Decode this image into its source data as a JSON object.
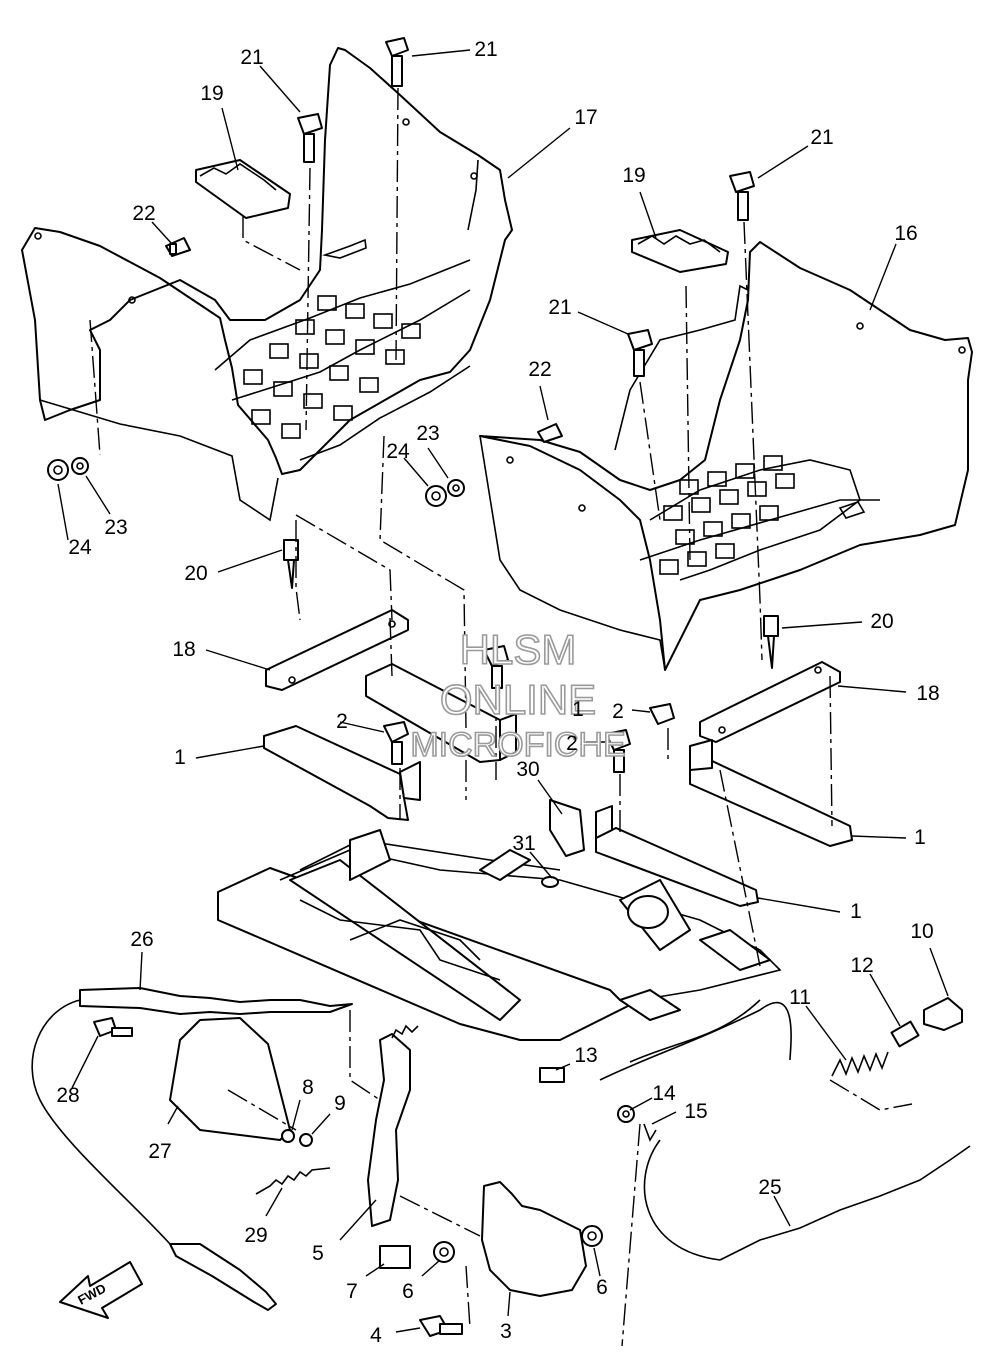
{
  "watermark": {
    "line1": "HLSM",
    "line2": "ONLINE",
    "line3": "MICROFICHE"
  },
  "direction_arrow": {
    "label": "FWD",
    "icon": "front-direction-arrow-icon"
  },
  "callouts": [
    {
      "id": "c21a",
      "label": "21"
    },
    {
      "id": "c21b",
      "label": "21"
    },
    {
      "id": "c17",
      "label": "17"
    },
    {
      "id": "c19a",
      "label": "19"
    },
    {
      "id": "c22a",
      "label": "22"
    },
    {
      "id": "c21c",
      "label": "21"
    },
    {
      "id": "c19b",
      "label": "19"
    },
    {
      "id": "c16",
      "label": "16"
    },
    {
      "id": "c21d",
      "label": "21"
    },
    {
      "id": "c22b",
      "label": "22"
    },
    {
      "id": "c23a",
      "label": "23"
    },
    {
      "id": "c24a",
      "label": "24"
    },
    {
      "id": "c24b",
      "label": "24"
    },
    {
      "id": "c23b",
      "label": "23"
    },
    {
      "id": "c20a",
      "label": "20"
    },
    {
      "id": "c20b",
      "label": "20"
    },
    {
      "id": "c18a",
      "label": "18"
    },
    {
      "id": "c18b",
      "label": "18"
    },
    {
      "id": "c2a",
      "label": "2"
    },
    {
      "id": "c2b",
      "label": "2"
    },
    {
      "id": "c2c",
      "label": "2"
    },
    {
      "id": "c1a",
      "label": "1"
    },
    {
      "id": "c1b",
      "label": "1"
    },
    {
      "id": "c1c",
      "label": "1"
    },
    {
      "id": "c1d",
      "label": "1"
    },
    {
      "id": "c30",
      "label": "30"
    },
    {
      "id": "c31",
      "label": "31"
    },
    {
      "id": "c10",
      "label": "10"
    },
    {
      "id": "c12",
      "label": "12"
    },
    {
      "id": "c11",
      "label": "11"
    },
    {
      "id": "c26",
      "label": "26"
    },
    {
      "id": "c28",
      "label": "28"
    },
    {
      "id": "c27",
      "label": "27"
    },
    {
      "id": "c8",
      "label": "8"
    },
    {
      "id": "c9",
      "label": "9"
    },
    {
      "id": "c13",
      "label": "13"
    },
    {
      "id": "c14",
      "label": "14"
    },
    {
      "id": "c15",
      "label": "15"
    },
    {
      "id": "c29",
      "label": "29"
    },
    {
      "id": "c5",
      "label": "5"
    },
    {
      "id": "c25",
      "label": "25"
    },
    {
      "id": "c7",
      "label": "7"
    },
    {
      "id": "c6a",
      "label": "6"
    },
    {
      "id": "c6b",
      "label": "6"
    },
    {
      "id": "c4",
      "label": "4"
    },
    {
      "id": "c3",
      "label": "3"
    }
  ]
}
